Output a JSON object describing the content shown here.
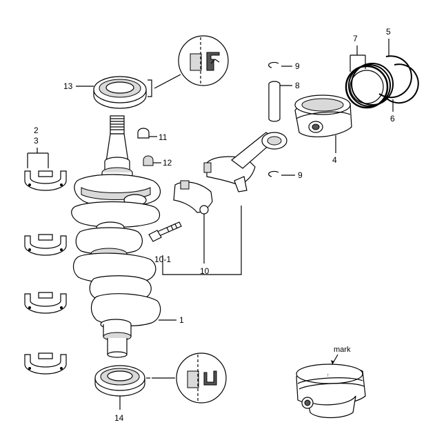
{
  "labels": {
    "p1": "1",
    "p2": "2",
    "p3": "3",
    "p4": "4",
    "p5": "5",
    "p6": "6",
    "p7": "7",
    "p8": "8",
    "p9_top": "9",
    "p9_bottom": "9",
    "p10": "10",
    "p10_1": "10-1",
    "p11": "11",
    "p12": "12",
    "p13": "13",
    "p14": "14",
    "mark": "mark"
  }
}
